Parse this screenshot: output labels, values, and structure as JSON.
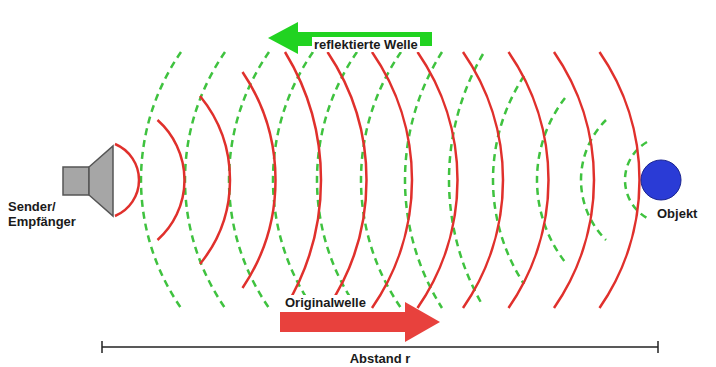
{
  "diagram": {
    "labels": [
      "reflektierte Welle",
      "Sender/ Empfänger",
      "Objekt",
      "Originalwelle",
      "Abstand r"
    ]
  }
}
